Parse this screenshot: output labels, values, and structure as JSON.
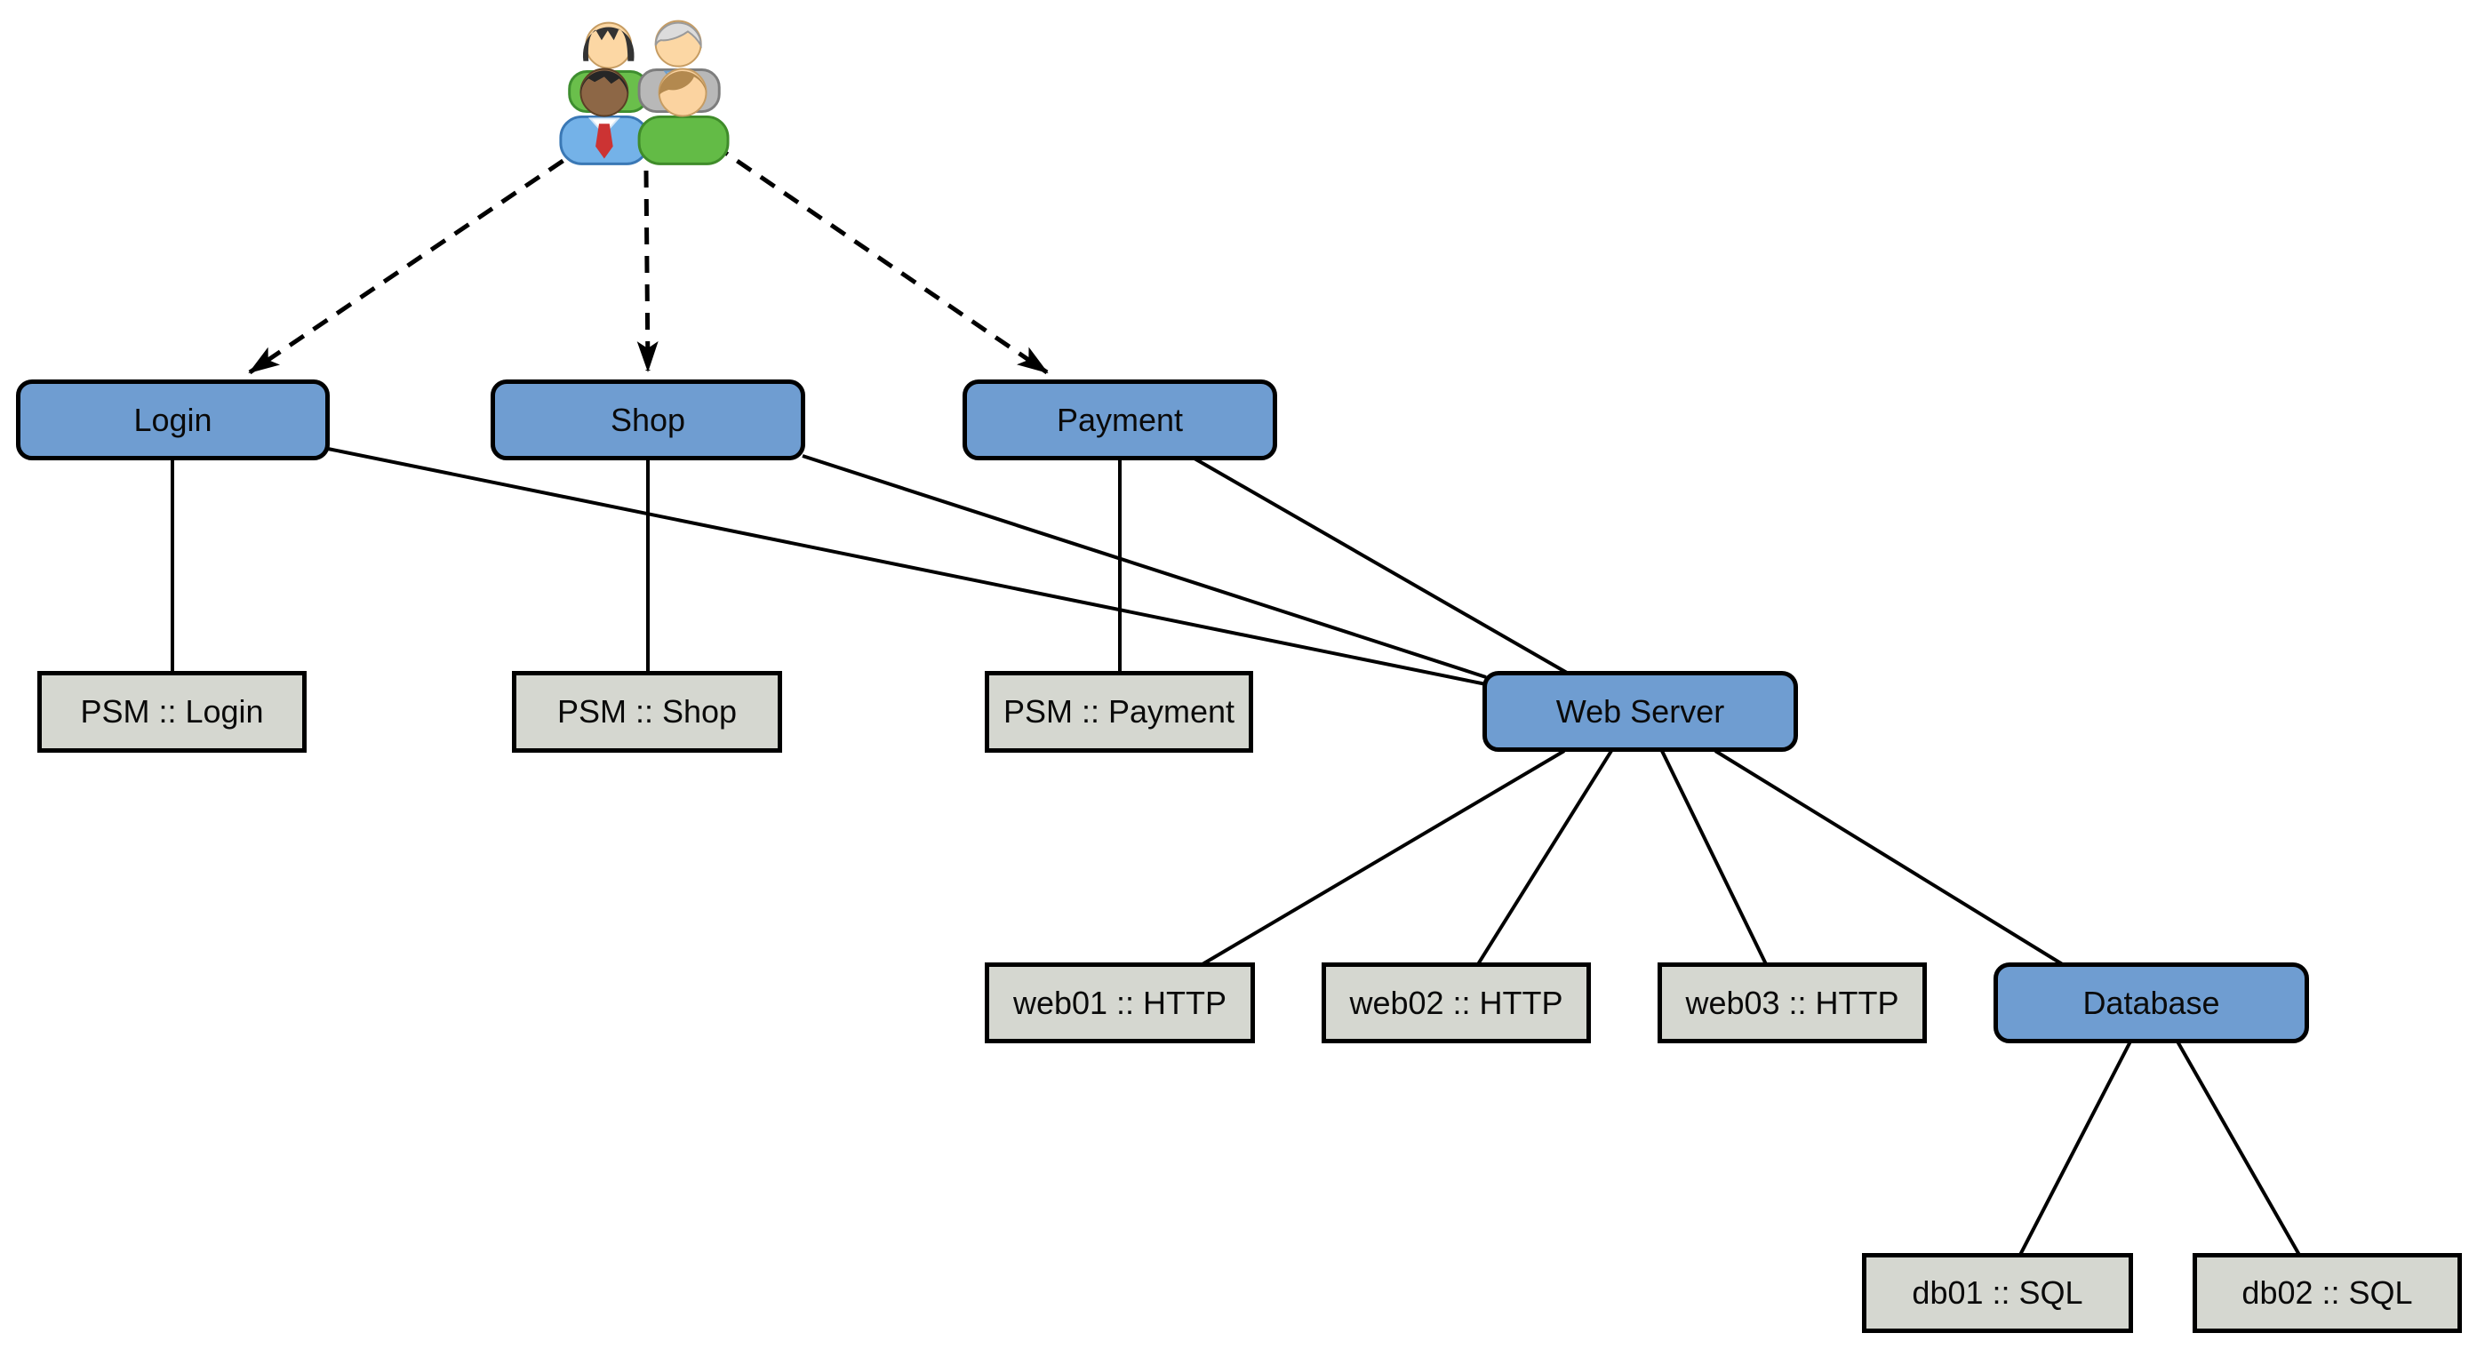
{
  "diagram": {
    "type": "service-aggregation-tree",
    "colors": {
      "aggregate_fill": "#6f9dd1",
      "leaf_fill": "#d5d7d0",
      "border": "#000000",
      "edge": "#000000",
      "background": "#ffffff"
    },
    "icons": {
      "users": "users-group-icon"
    }
  },
  "nodes": {
    "login": {
      "label": "Login",
      "type": "aggregate"
    },
    "shop": {
      "label": "Shop",
      "type": "aggregate"
    },
    "payment": {
      "label": "Payment",
      "type": "aggregate"
    },
    "psm_login": {
      "label": "PSM :: Login",
      "type": "leaf"
    },
    "psm_shop": {
      "label": "PSM :: Shop",
      "type": "leaf"
    },
    "psm_payment": {
      "label": "PSM :: Payment",
      "type": "leaf"
    },
    "web_server": {
      "label": "Web Server",
      "type": "aggregate"
    },
    "web01": {
      "label": "web01 :: HTTP",
      "type": "leaf"
    },
    "web02": {
      "label": "web02 :: HTTP",
      "type": "leaf"
    },
    "web03": {
      "label": "web03 :: HTTP",
      "type": "leaf"
    },
    "database": {
      "label": "Database",
      "type": "aggregate"
    },
    "db01": {
      "label": "db01 :: SQL",
      "type": "leaf"
    },
    "db02": {
      "label": "db02 :: SQL",
      "type": "leaf"
    }
  },
  "edges": [
    {
      "from": "users",
      "to": "login",
      "style": "dashed-arrow"
    },
    {
      "from": "users",
      "to": "shop",
      "style": "dashed-arrow"
    },
    {
      "from": "users",
      "to": "payment",
      "style": "dashed-arrow"
    },
    {
      "from": "login",
      "to": "psm_login",
      "style": "solid"
    },
    {
      "from": "shop",
      "to": "psm_shop",
      "style": "solid"
    },
    {
      "from": "payment",
      "to": "psm_payment",
      "style": "solid"
    },
    {
      "from": "login",
      "to": "web_server",
      "style": "solid"
    },
    {
      "from": "shop",
      "to": "web_server",
      "style": "solid"
    },
    {
      "from": "payment",
      "to": "web_server",
      "style": "solid"
    },
    {
      "from": "web_server",
      "to": "web01",
      "style": "solid"
    },
    {
      "from": "web_server",
      "to": "web02",
      "style": "solid"
    },
    {
      "from": "web_server",
      "to": "web03",
      "style": "solid"
    },
    {
      "from": "web_server",
      "to": "database",
      "style": "solid"
    },
    {
      "from": "database",
      "to": "db01",
      "style": "solid"
    },
    {
      "from": "database",
      "to": "db02",
      "style": "solid"
    }
  ]
}
